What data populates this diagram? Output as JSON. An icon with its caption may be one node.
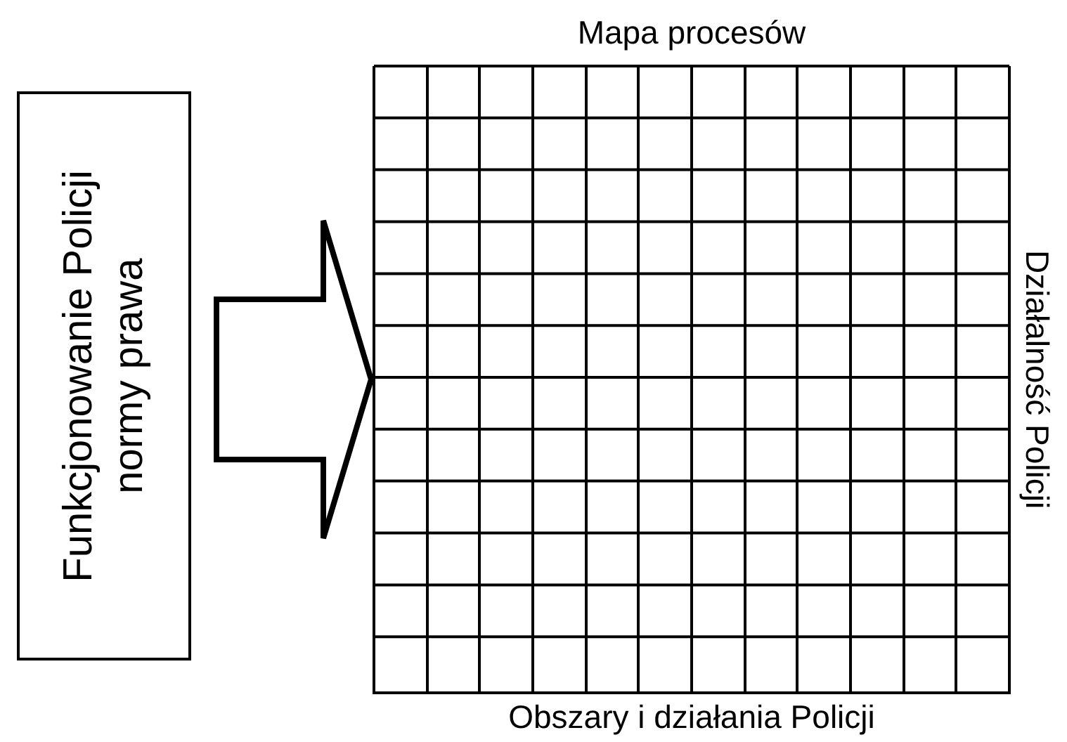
{
  "diagram": {
    "nodes": [
      {
        "text": [
          "Funkcjonowanie Policji",
          "normy prawa"
        ]
      },
      {
        "text": [
          "Mapa procesów",
          "Działalność Policji",
          "Obszary i działania Policji"
        ]
      }
    ],
    "edges": [
      {
        "from": 0,
        "to": 1,
        "arrow": "to",
        "style": "thick"
      }
    ]
  }
}
